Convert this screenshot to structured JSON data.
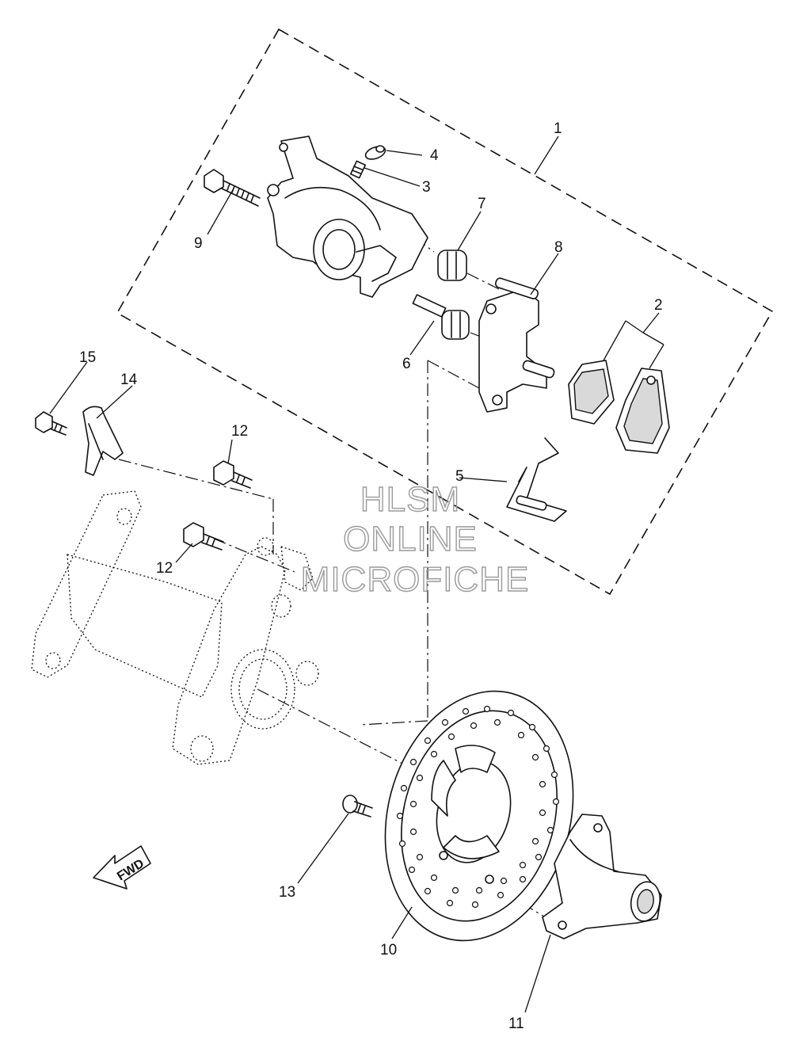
{
  "callouts": [
    {
      "id": "1",
      "label": "1"
    },
    {
      "id": "2",
      "label": "2"
    },
    {
      "id": "3",
      "label": "3"
    },
    {
      "id": "4",
      "label": "4"
    },
    {
      "id": "5",
      "label": "5"
    },
    {
      "id": "6",
      "label": "6"
    },
    {
      "id": "7",
      "label": "7"
    },
    {
      "id": "8",
      "label": "8"
    },
    {
      "id": "9",
      "label": "9"
    },
    {
      "id": "10",
      "label": "10"
    },
    {
      "id": "11",
      "label": "11"
    },
    {
      "id": "12a",
      "label": "12"
    },
    {
      "id": "12b",
      "label": "12"
    },
    {
      "id": "13",
      "label": "13"
    },
    {
      "id": "14",
      "label": "14"
    },
    {
      "id": "15",
      "label": "15"
    }
  ],
  "watermark": {
    "line1": "HLSM",
    "line2": "ONLINE",
    "line3": "MICROFICHE"
  },
  "direction_arrow": {
    "label": "FWD",
    "icon": "fwd-arrow-icon"
  },
  "colors": {
    "line": "#111111",
    "watermark": "#9a9a9a",
    "background": "#ffffff"
  }
}
